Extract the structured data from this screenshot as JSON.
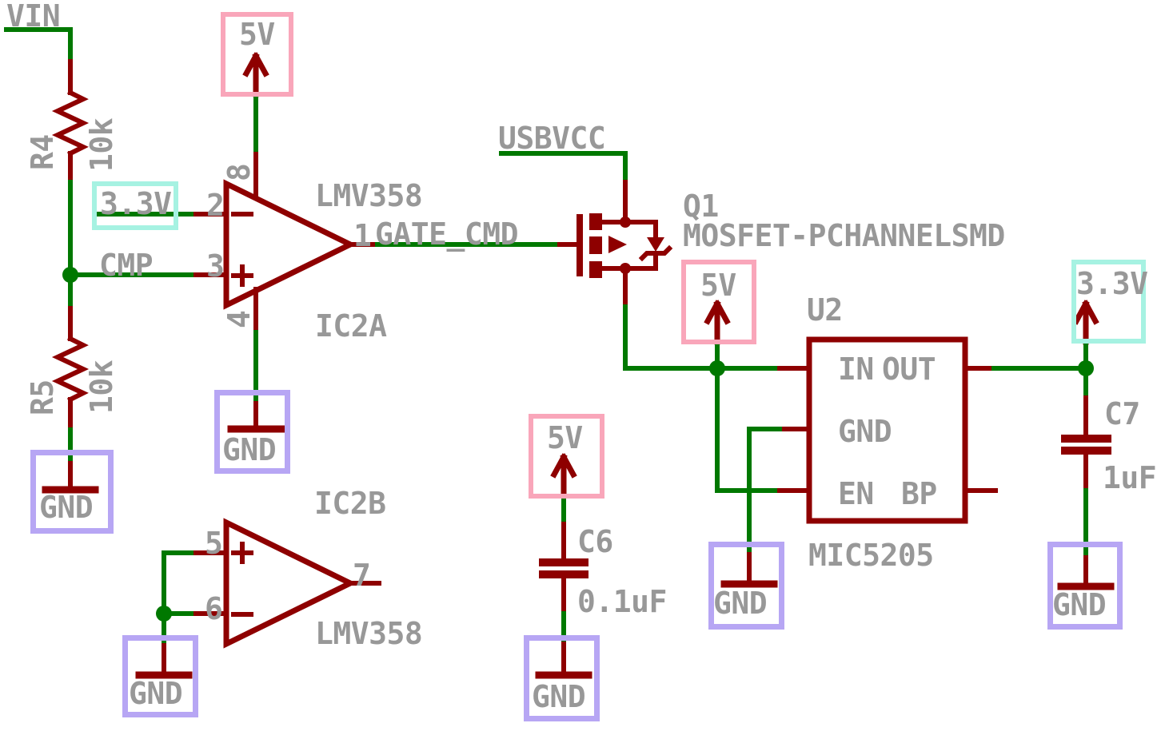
{
  "colors": {
    "wire": "#007800",
    "component": "#8e0000",
    "label": "#989898",
    "supply5": "#f9a6ba",
    "supply33": "#a6f2e2",
    "gndbox": "#b7a6f4",
    "background": "#ffffff"
  },
  "power": {
    "v5": "5V",
    "v33": "3.3V",
    "gnd": "GND"
  },
  "nets": {
    "vin": "VIN",
    "cmp": "CMP",
    "gate_cmd": "GATE_CMD",
    "usbvcc": "USBVCC"
  },
  "components": {
    "r4": {
      "ref": "R4",
      "value": "10k"
    },
    "r5": {
      "ref": "R5",
      "value": "10k"
    },
    "ic2a": {
      "ref": "IC2A",
      "part": "LMV358",
      "pins": {
        "out": "1",
        "inv": "2",
        "nin": "3",
        "vneg": "4",
        "vpos": "8"
      }
    },
    "ic2b": {
      "ref": "IC2B",
      "part": "LMV358",
      "pins": {
        "nin": "5",
        "inv": "6",
        "out": "7"
      }
    },
    "q1": {
      "ref": "Q1",
      "part": "MOSFET-PCHANNELSMD"
    },
    "u2": {
      "ref": "U2",
      "part": "MIC5205",
      "pins": {
        "in": "IN",
        "out": "OUT",
        "gnd": "GND",
        "en": "EN",
        "bp": "BP"
      }
    },
    "c6": {
      "ref": "C6",
      "value": "0.1uF"
    },
    "c7": {
      "ref": "C7",
      "value": "1uF"
    }
  }
}
